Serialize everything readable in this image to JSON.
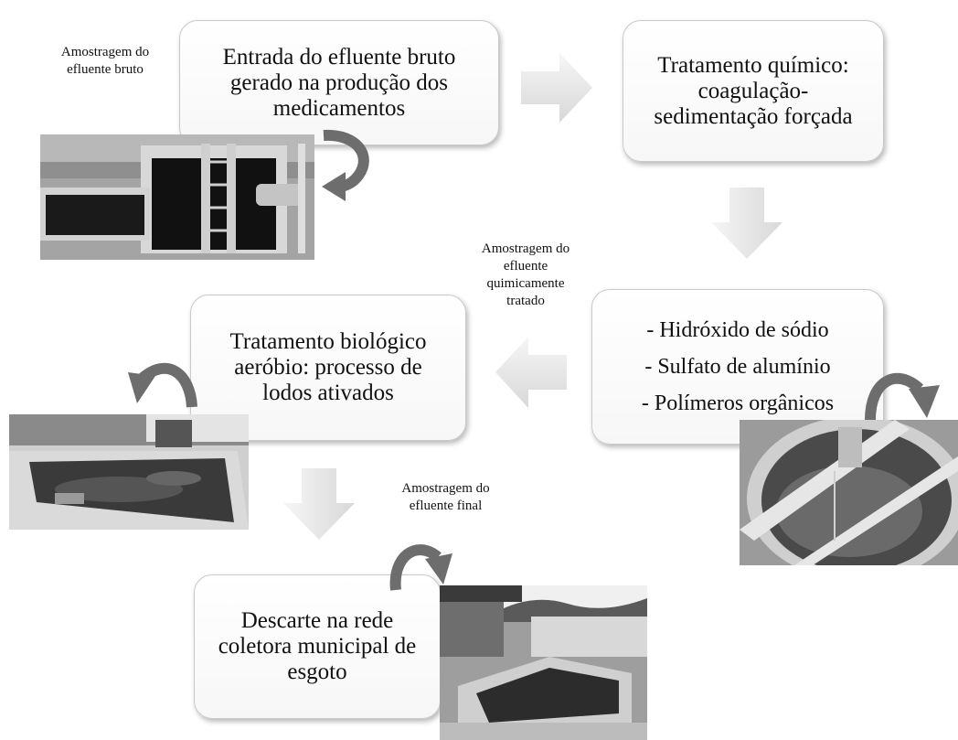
{
  "colors": {
    "arrow_fill_light": "#f4f4f4",
    "arrow_fill_dark": "#d6d6d6",
    "curved_arrow": "#6d6d6d",
    "box_border": "#c9c9c9"
  },
  "steps": {
    "entrada": "Entrada do efluente bruto\ngerado na produção dos\nmedicamentos",
    "quimico": "Tratamento químico:\ncoagulação-\nsedimentação forçada",
    "reagentes": [
      "- Hidróxido de sódio",
      "- Sulfato de alumínio",
      "- Polímeros orgânicos"
    ],
    "biologico": "Tratamento biológico\naeróbio: processo de\nlodos ativados",
    "descarte": "Descarte na rede\ncoletora municipal de\nesgoto"
  },
  "sampling": {
    "bruto": "Amostragem do\nefluente bruto",
    "quimico": "Amostragem do\nefluente\nquimicamente\ntratado",
    "final": "Amostragem do\nefluente final"
  },
  "photos": {
    "tanque_entrada": "photo",
    "tanque_aerobio": "photo",
    "decantador": "photo",
    "tanque_final": "photo"
  },
  "icons": {
    "flow_arrow": "block-arrow",
    "sample_arrow": "curved-arrow"
  }
}
